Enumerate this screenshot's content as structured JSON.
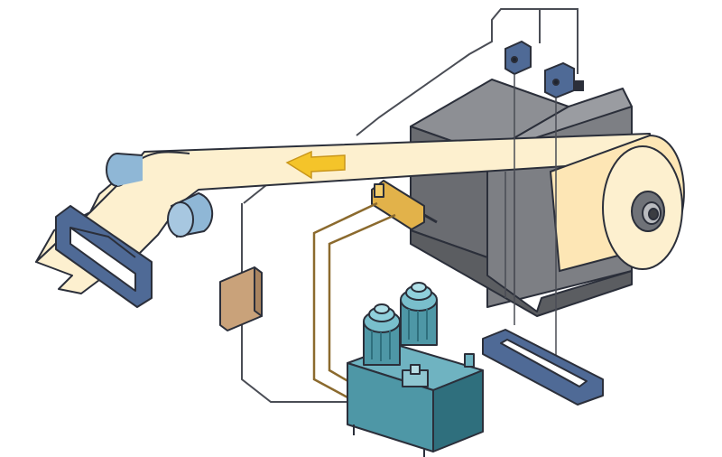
{
  "diagram": {
    "subject": "web-guiding-system",
    "components": [
      {
        "id": "unwind-roll",
        "icon": "roll-icon"
      },
      {
        "id": "web",
        "icon": "web-strip-icon"
      },
      {
        "id": "web-direction-arrow",
        "icon": "arrow-left-icon"
      },
      {
        "id": "edge-sensor-left",
        "icon": "sensor-icon"
      },
      {
        "id": "edge-sensor-right",
        "icon": "sensor-icon"
      },
      {
        "id": "hydraulic-actuator",
        "icon": "cylinder-icon"
      },
      {
        "id": "controller-box",
        "icon": "controller-icon"
      },
      {
        "id": "hydraulic-power-unit",
        "icon": "pump-motor-icon"
      },
      {
        "id": "idler-roller-top",
        "icon": "roller-icon"
      },
      {
        "id": "idler-roller-bottom",
        "icon": "roller-icon"
      },
      {
        "id": "guide-frame-left",
        "icon": "frame-icon"
      },
      {
        "id": "guide-frame-right",
        "icon": "frame-icon"
      }
    ],
    "colors": {
      "web": "#fdf0cf",
      "outline": "#2b2f3a",
      "machine": "#7d7f84",
      "machine_dark": "#5b5d61",
      "frame": "#4f6a96",
      "roller": "#8fb7d6",
      "arrow": "#f4c42a",
      "actuator": "#e2b24a",
      "controller": "#c9a27a",
      "hpu": "#4e97a6",
      "hpu_dark": "#2f6f7d",
      "wire": "#4a4d55",
      "hose": "#8b6a2e"
    }
  }
}
